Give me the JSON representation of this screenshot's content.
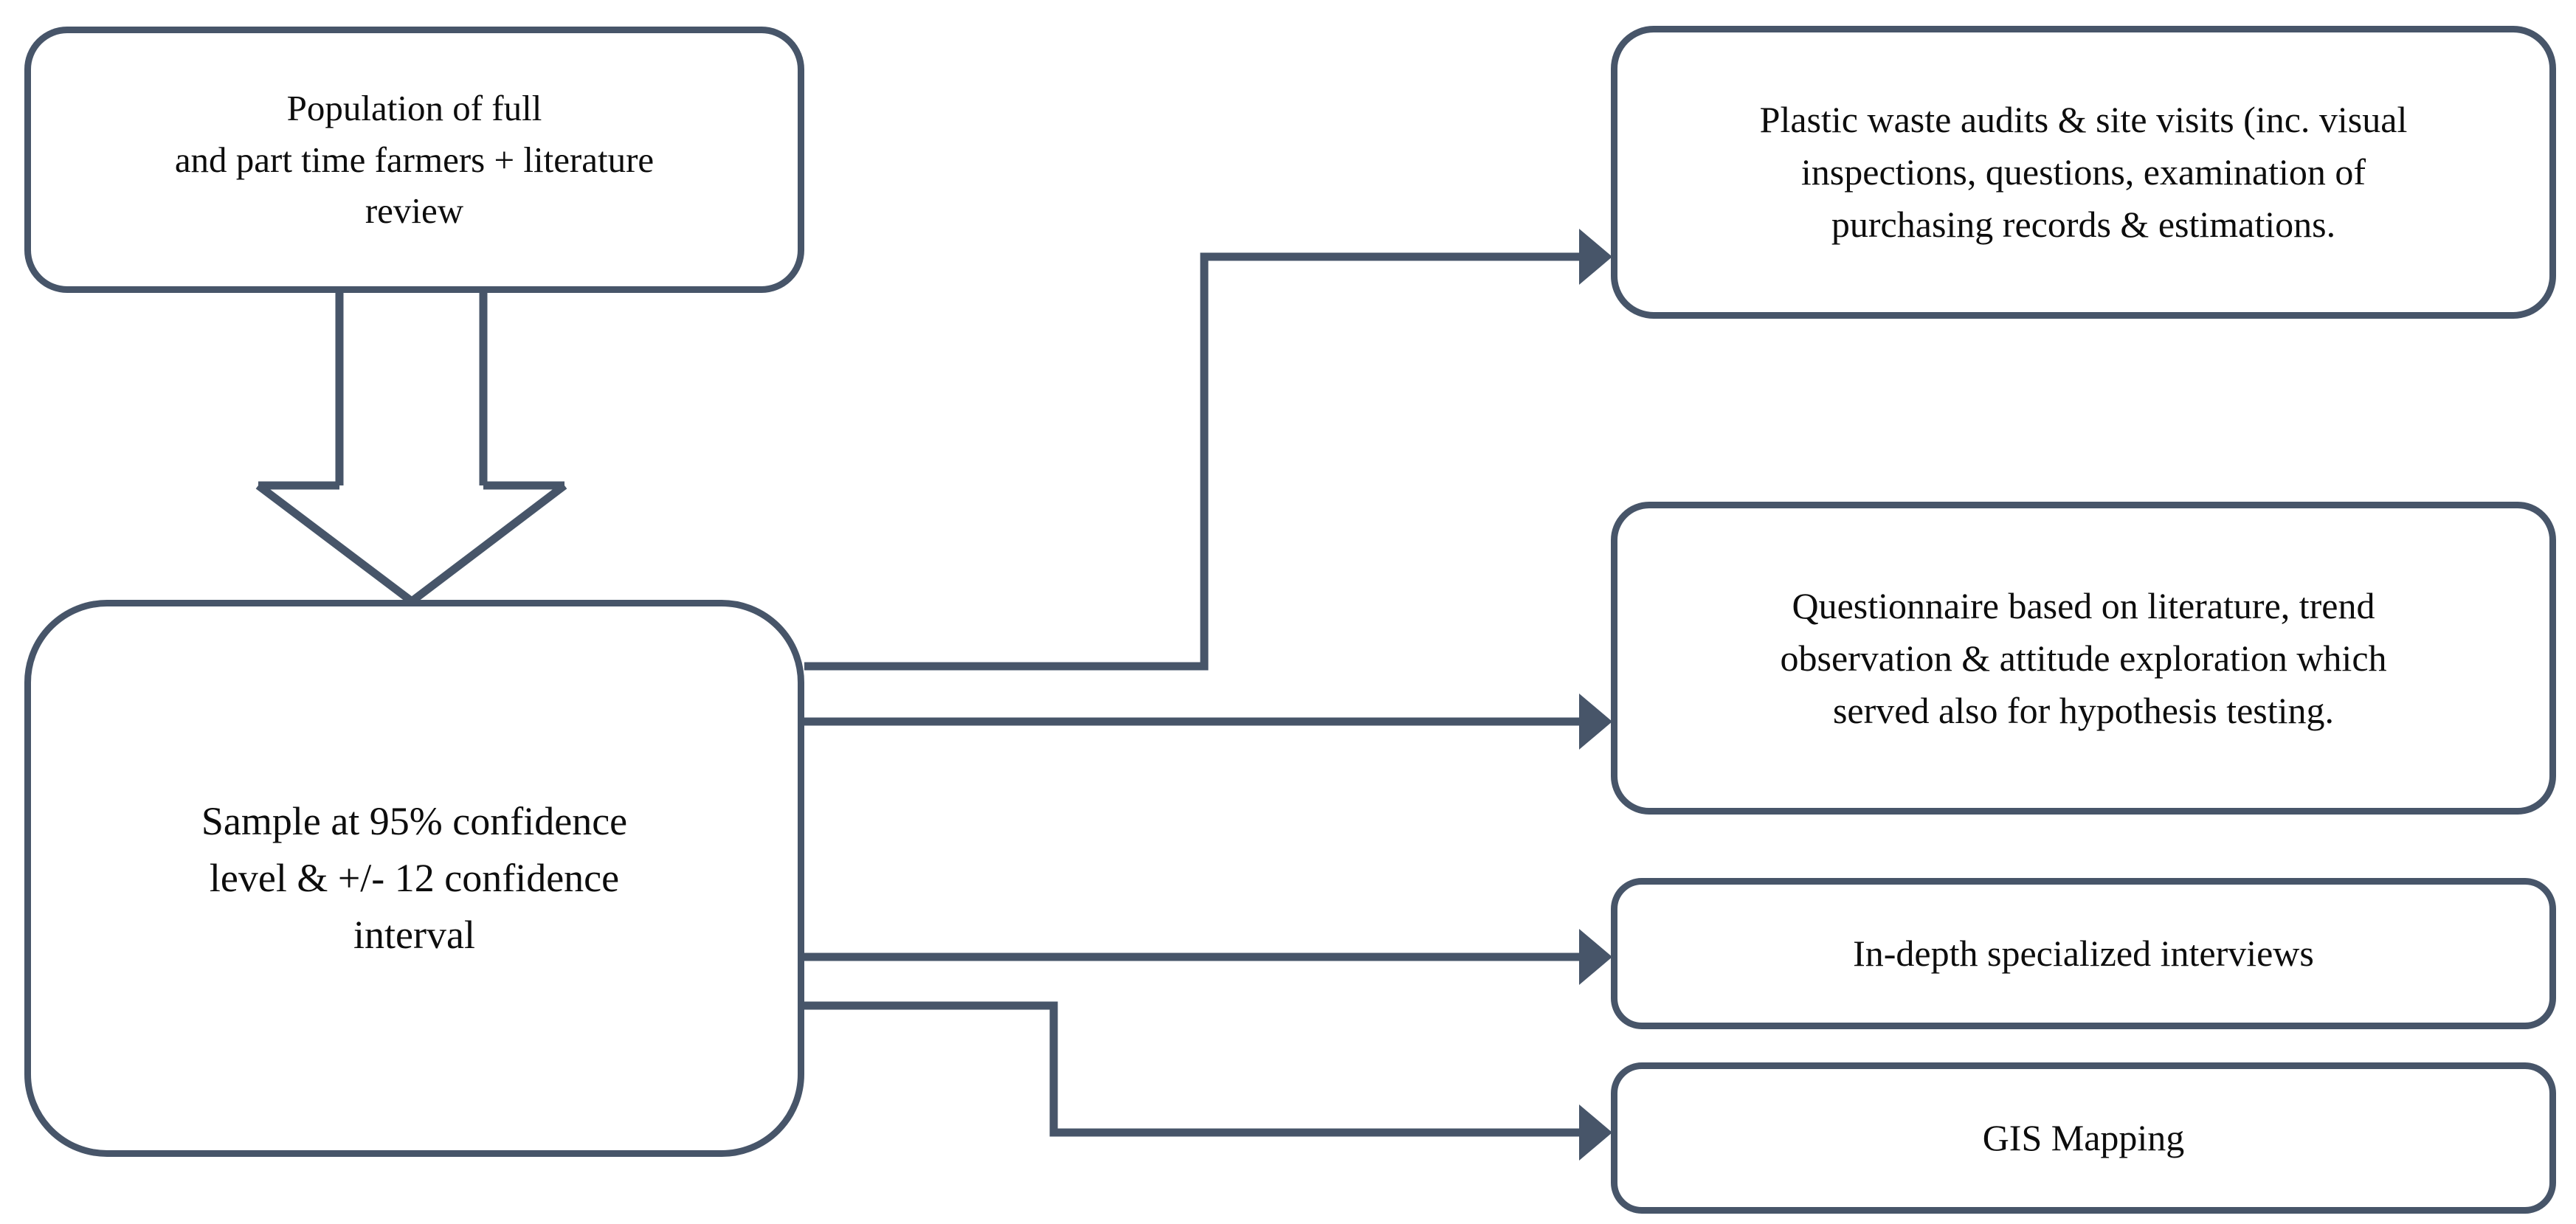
{
  "diagram": {
    "title": "Research methodology flow diagram",
    "stroke_color": "#475569",
    "text_color": "#0d0d0d",
    "background_color": "#ffffff",
    "nodes": [
      {
        "id": "population",
        "label": "Population of full\nand part time farmers + literature\nreview"
      },
      {
        "id": "sample",
        "label": "Sample at 95% confidence\nlevel & +/- 12 confidence\ninterval"
      },
      {
        "id": "audits",
        "label": "Plastic waste audits & site visits (inc. visual\ninspections, questions, examination of\npurchasing records & estimations."
      },
      {
        "id": "questionnaire",
        "label": "Questionnaire based on literature, trend\nobservation & attitude exploration which\nserved also for hypothesis testing."
      },
      {
        "id": "interviews",
        "label": "In-depth specialized interviews"
      },
      {
        "id": "gis",
        "label": "GIS Mapping"
      }
    ],
    "connectors": [
      {
        "id": "population-to-sample",
        "from": "population",
        "to": "sample",
        "style": "block-arrow-down"
      },
      {
        "id": "sample-to-audits",
        "from": "sample",
        "to": "audits",
        "style": "elbow-up-right"
      },
      {
        "id": "sample-to-questionnaire",
        "from": "sample",
        "to": "questionnaire",
        "style": "straight-right"
      },
      {
        "id": "sample-to-interviews",
        "from": "sample",
        "to": "interviews",
        "style": "straight-right"
      },
      {
        "id": "sample-to-gis",
        "from": "sample",
        "to": "gis",
        "style": "elbow-down-right"
      }
    ]
  }
}
